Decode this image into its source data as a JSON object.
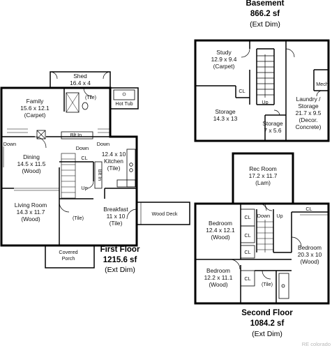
{
  "basement": {
    "title": "Basement",
    "area": "866.2 sf",
    "dim_note": "(Ext Dim)",
    "study": {
      "name": "Study",
      "dims": "12.9 x 9.4",
      "finish": "(Carpet)"
    },
    "storage_main": {
      "name": "Storage",
      "dims": "14.3 x 13"
    },
    "storage_small": {
      "name": "Storage",
      "dims": "7 x 5.6"
    },
    "laundry": {
      "name1": "Laundry /",
      "name2": "Storage",
      "dims": "21.7 x 9.5",
      "finish1": "(Decor.",
      "finish2": "Concrete)"
    },
    "mech": "Mech",
    "closet": "CL",
    "stair": "Up"
  },
  "first_floor": {
    "title1": "First Floor",
    "title2": "1215.6 sf",
    "dim_note": "(Ext Dim)",
    "shed": {
      "name": "Shed",
      "dims": "16.4 x 4"
    },
    "family": {
      "name": "Family",
      "dims": "15.6 x 12.1",
      "finish": "(Carpet)"
    },
    "family_tile": "(Tile)",
    "hot_tub": "Hot Tub",
    "down_left": "Down",
    "down_right": "Down",
    "built_in": "Blt In",
    "dining": {
      "name": "Dining",
      "dims": "14.5 x 11.5",
      "finish": "(Wood)"
    },
    "down_mid": "Down",
    "closet": "CL",
    "built_in_v": "Blt In",
    "kitchen": {
      "dims": "12.4 x 10",
      "name": "Kitchen",
      "finish": "(Tile)"
    },
    "up": "Up",
    "living": {
      "name": "Living Room",
      "dims": "14.3 x 11.7",
      "finish": "(Wood)"
    },
    "hall_tile": "(Tile)",
    "breakfast": {
      "name": "Breakfast",
      "dims": "11 x 10",
      "finish": "(Tile)"
    },
    "wood_deck": "Wood Deck",
    "porch": {
      "name1": "Covered",
      "name2": "Porch"
    }
  },
  "second_floor": {
    "title1": "Second Floor",
    "title2": "1084.2 sf",
    "dim_note": "(Ext Dim)",
    "rec_room": {
      "name": "Rec Room",
      "dims": "17.2 x 11.7",
      "finish": "(Lam)"
    },
    "down": "Down",
    "up": "Up",
    "closet": "CL",
    "bed1": {
      "name": "Bedroom",
      "dims": "12.4 x 12.1",
      "finish": "(Wood)"
    },
    "bed2": {
      "name": "Bedroom",
      "dims": "20.3 x 10",
      "finish": "(Wood)"
    },
    "bed3": {
      "name": "Bedroom",
      "dims": "12.2 x 11.1",
      "finish": "(Wood)"
    },
    "bath_tile": "(Tile)"
  },
  "watermark": "RE colorado"
}
